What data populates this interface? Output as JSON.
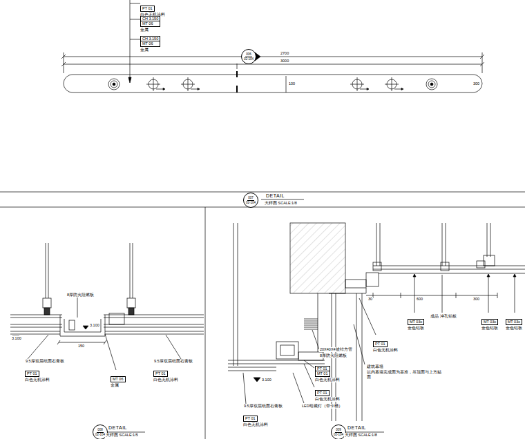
{
  "diagram": {
    "nodes": [
      {
        "text": [
          "PT 01",
          "白色无机涂料"
        ]
      },
      {
        "text": [
          "CH 3.150",
          "MT 06",
          "金属"
        ]
      },
      {
        "text": [
          "CH 3.150",
          "MT 06",
          "金属"
        ]
      },
      {
        "text": [
          "006",
          "02-104"
        ]
      },
      {
        "text": [
          "007",
          "02-104"
        ]
      },
      {
        "text": [
          "MT 06",
          "金属"
        ]
      },
      {
        "text": [
          "PT 01",
          "白色无机涂料"
        ]
      },
      {
        "text": [
          "PT 01",
          "白色无机涂料"
        ]
      },
      {
        "text": [
          "008",
          "02-104"
        ]
      },
      {
        "text": [
          "MT 03c",
          "金色铝板"
        ]
      },
      {
        "text": [
          "MT 03c",
          "金色铝板"
        ]
      },
      {
        "text": [
          "MT 03c",
          "金色铝板"
        ]
      },
      {
        "text": [
          "PT 01",
          "白色无机涂料"
        ]
      },
      {
        "text": [
          "PT 01",
          "MT 01",
          "白色无机涂料"
        ]
      },
      {
        "text": [
          "PT 01",
          "白色无机涂料"
        ]
      },
      {
        "text": [
          "PT 01",
          "白色无机涂料"
        ]
      },
      {
        "text": [
          "009",
          "02-104"
        ]
      }
    ],
    "labels": [
      "2700",
      "3000",
      "100",
      "300",
      "DETAIL",
      "大样图   SCALE:1/8",
      "8厚防火阻燃板",
      "3.100",
      "150",
      "3.100",
      "9.5厚双层纸面石膏板",
      "9.5厚双层纸面石膏板",
      "DETAIL",
      "大样图   SCALE:1/5",
      "600",
      "300",
      "30",
      "成品 冲孔铝板",
      "建筑幕墙",
      "以内幕墙完成面为基准，吊顶面与上方贴面",
      "3.100",
      "9.5厚双层纸面石膏板",
      "LED暗藏灯（带卡槽）",
      "8厚防火阻燃板",
      "DETAIL",
      "大样图   SCALE:1/8",
      "20X40X4镀锌方管"
    ]
  }
}
